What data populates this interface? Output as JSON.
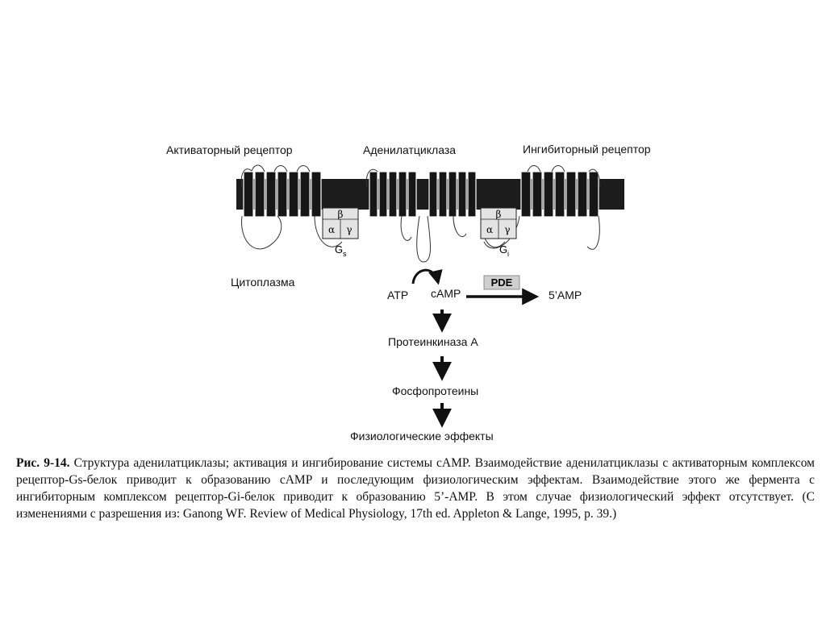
{
  "figure": {
    "labels": {
      "activator_receptor": "Активаторный рецептор",
      "adenylate_cyclase": "Аденилатциклаза",
      "inhibitor_receptor": "Ингибиторный рецептор",
      "cytoplasm": "Цитоплазма",
      "atp": "ATP",
      "camp": "cAMP",
      "pde": "PDE",
      "five_amp": "5’AMP",
      "protein_kinase": "Протеинкиназа А",
      "phosphoproteins": "Фосфопротеины",
      "effects": "Физиологические эффекты"
    },
    "g_protein_s": {
      "alpha": "α",
      "beta": "β",
      "gamma": "γ",
      "name": "G",
      "sub": "s"
    },
    "g_protein_i": {
      "alpha": "α",
      "beta": "β",
      "gamma": "γ",
      "name": "G",
      "sub": "i"
    }
  },
  "caption": {
    "figure_number": "Рис. 9-14.",
    "text": " Структура аденилатциклазы; активация и ингибирование системы cAMP. Взаимодействие аденилатциклазы с активаторным комплексом рецептор-Gs-белок приводит к образованию cAMP и последующим физиологическим эффектам. Взаимодействие этого же фермента с ингибиторным комплексом рецептор-Gi-белок приводит к образованию 5’-AMP. В этом случае физиологический эффект отсутствует. (С изменениями с разрешения из: Ganong WF. Review of Medical Physiology, 17th ed. Appleton & Lange, 1995, p. 39.)"
  }
}
